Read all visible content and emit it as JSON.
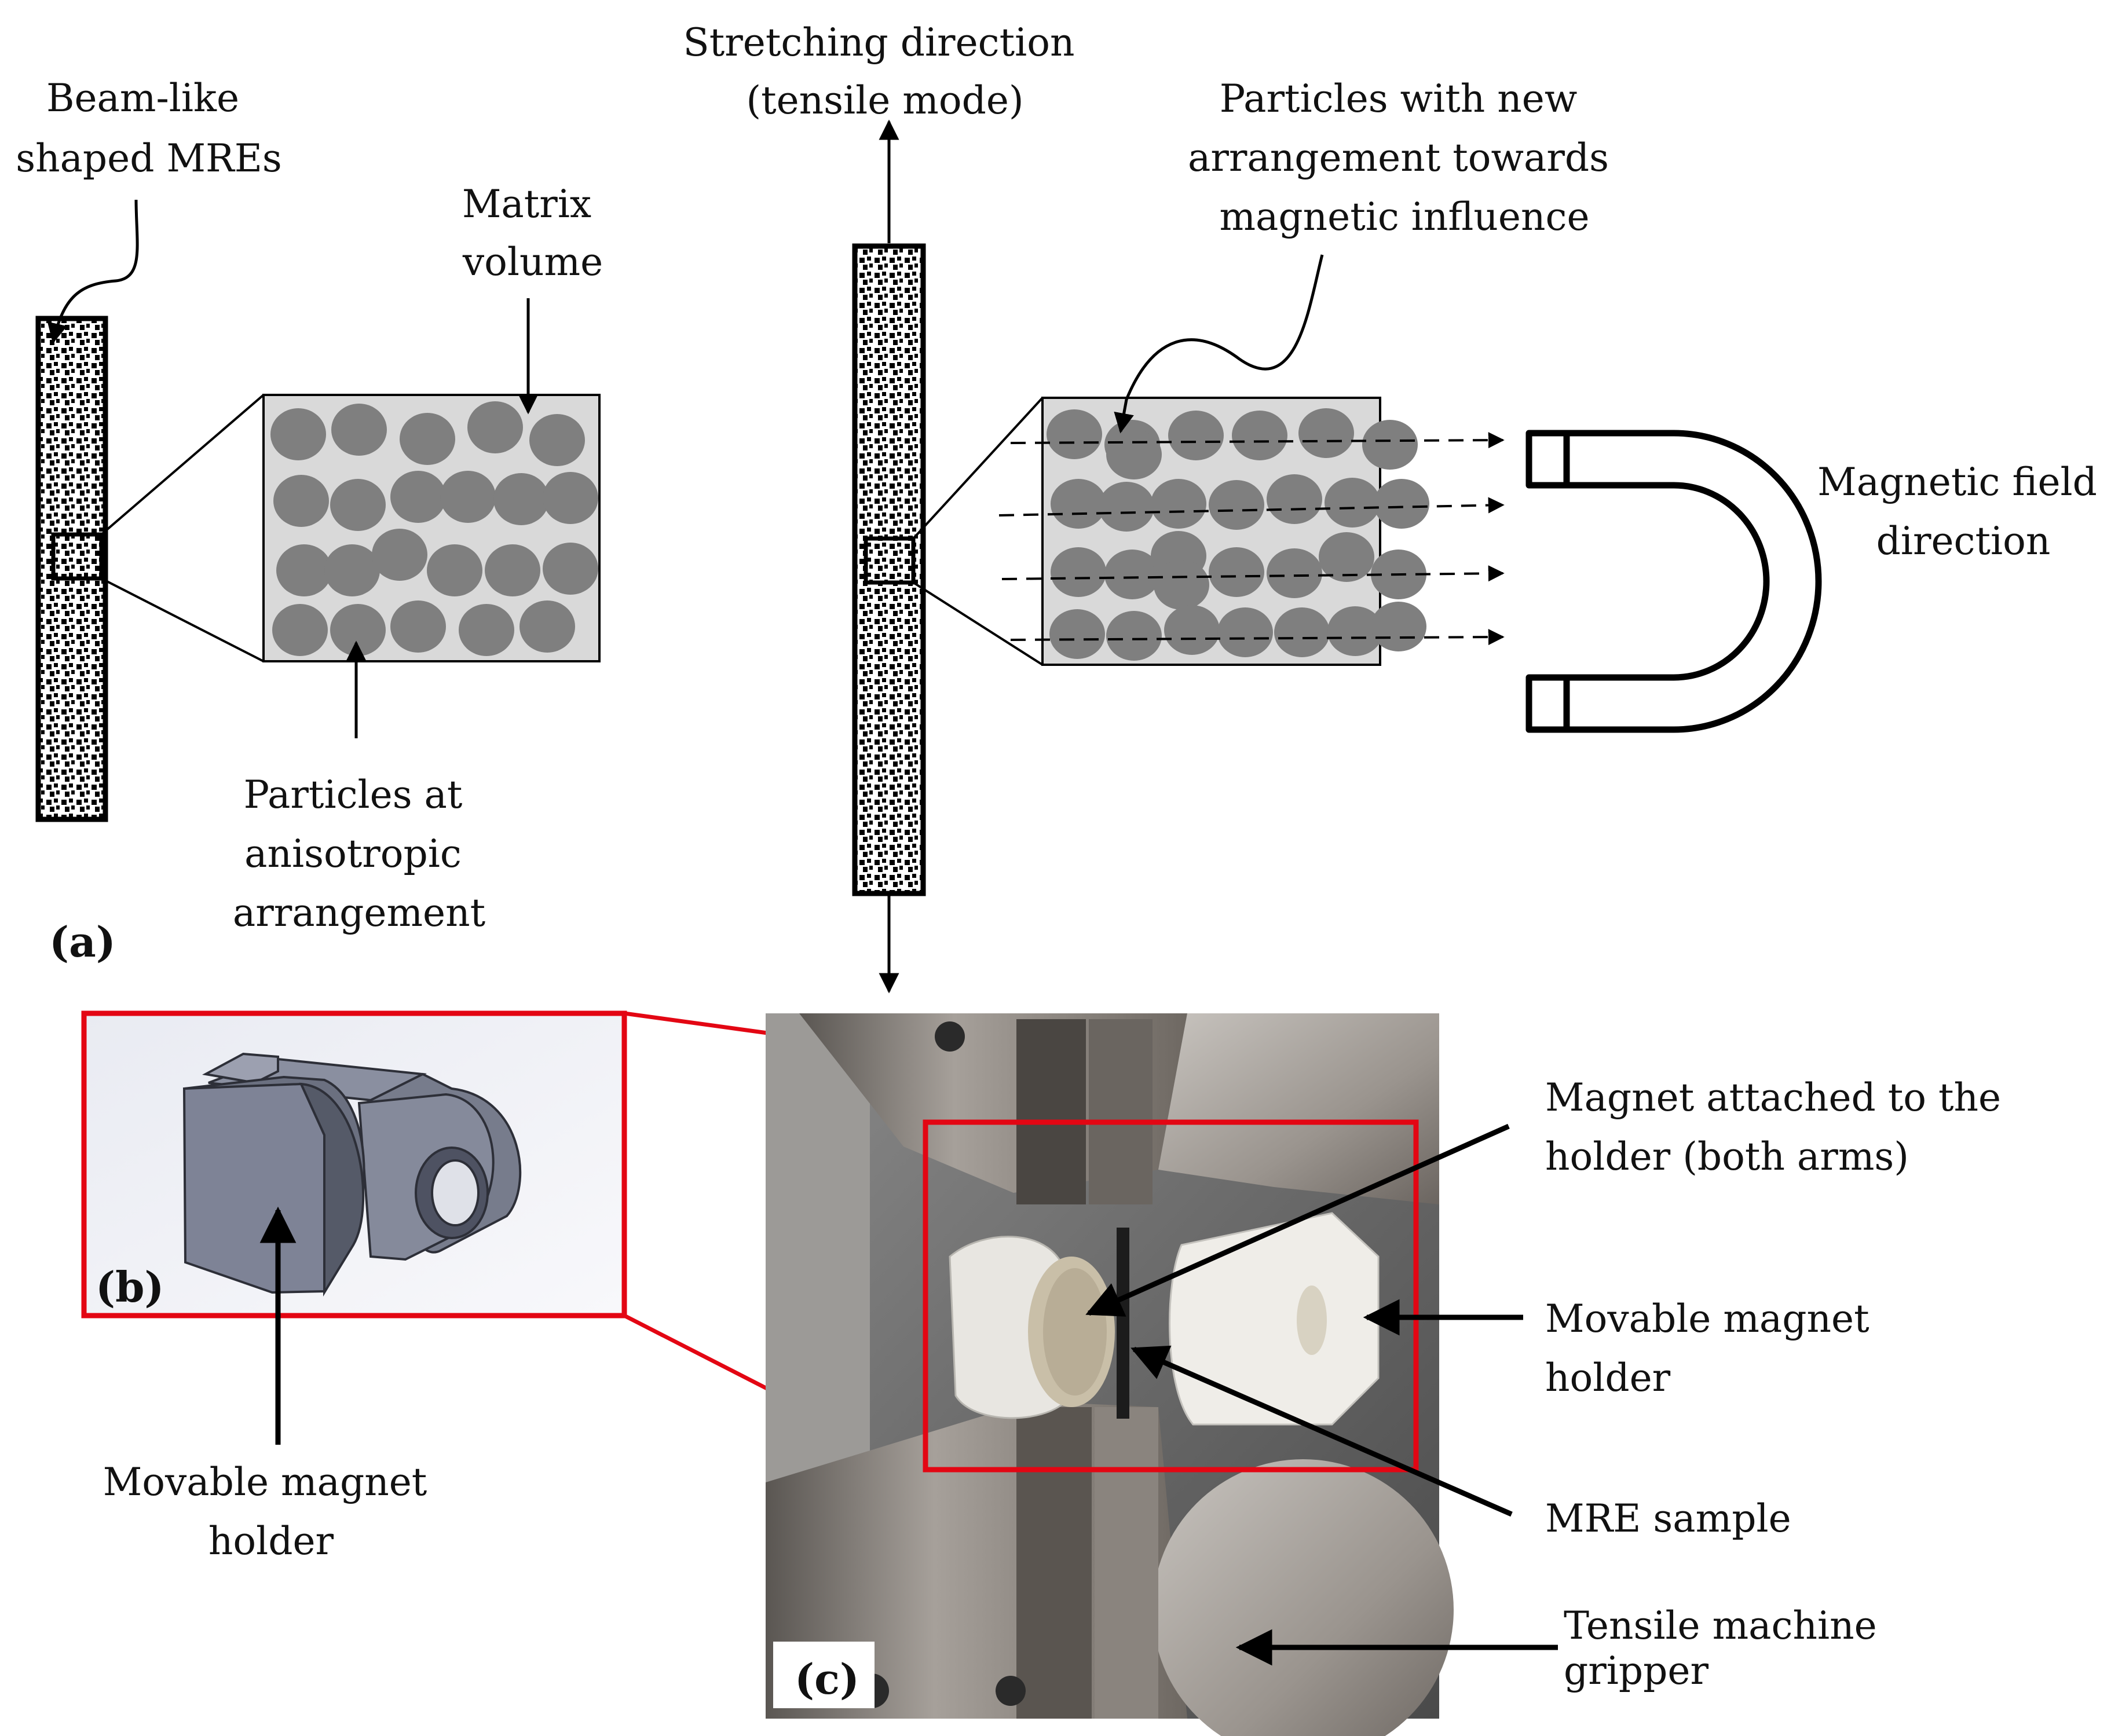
{
  "figure": {
    "panel_a": {
      "tag": "(a)",
      "beam_label": [
        "Beam-like",
        "shaped MREs"
      ],
      "matrix_label": [
        "Matrix",
        "volume"
      ],
      "particles_label": [
        "Particles at",
        "anisotropic",
        "arrangement"
      ],
      "stretch_label": [
        "Stretching direction",
        "(tensile mode)"
      ],
      "new_particles_label": [
        "Particles with new",
        "arrangement towards",
        "magnetic influence"
      ],
      "field_label": [
        "Magnetic field",
        "direction"
      ]
    },
    "panel_b": {
      "tag": "(b)",
      "holder_label": [
        "Movable magnet",
        "holder"
      ]
    },
    "panel_c": {
      "tag": "(c)",
      "magnet_label": [
        "Magnet attached to the",
        "holder (both arms)"
      ],
      "holder_label": [
        "Movable magnet",
        "holder"
      ],
      "sample_label": "MRE sample",
      "gripper_label": [
        "Tensile machine",
        "gripper"
      ]
    },
    "colors": {
      "accent_red": "#e30613",
      "particle_gray": "#7f7f7f",
      "matrix_gray": "#d9d9d9",
      "holder_blue": "#6b7080"
    }
  }
}
